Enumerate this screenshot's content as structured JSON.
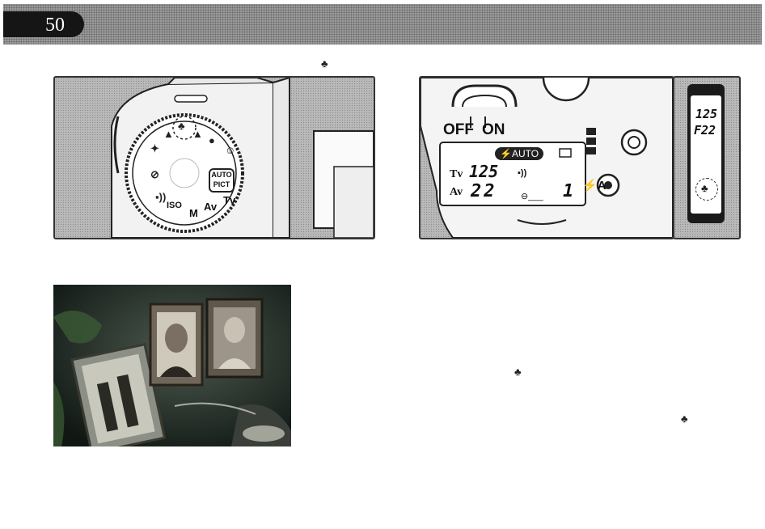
{
  "header": {
    "page_number": "50"
  },
  "macro_symbol": "♣",
  "dial": {
    "labels": {
      "auto_top": "AUTO",
      "auto_bottom": "PICT",
      "tv": "Tv",
      "av": "Av",
      "m": "M",
      "iso": "ISO"
    }
  },
  "top_panel": {
    "switch_off": "OFF",
    "switch_on": "ON",
    "flash_mode": "AUTO",
    "tv_label": "Tv",
    "shutter_value": "125",
    "av_label": "Av",
    "aperture_value": "22",
    "frame_counter": "1",
    "redeye_flash_label": "A"
  },
  "viewfinder": {
    "shutter": "125",
    "aperture": "F22"
  }
}
